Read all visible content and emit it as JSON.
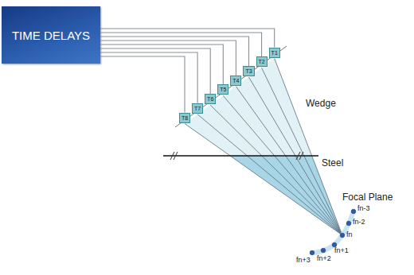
{
  "diagram": {
    "nodes": [
      {
        "text": [
          "TIME DELAYS"
        ]
      },
      {
        "text": [
          "T8"
        ]
      },
      {
        "text": [
          "T7"
        ]
      },
      {
        "text": [
          "T6"
        ]
      },
      {
        "text": [
          "T5"
        ]
      },
      {
        "text": [
          "T4"
        ]
      },
      {
        "text": [
          "T3"
        ]
      },
      {
        "text": [
          "T2"
        ]
      },
      {
        "text": [
          "T1"
        ]
      }
    ],
    "edges": [
      {
        "from": 0,
        "to": 1,
        "arrow": "none"
      },
      {
        "from": 0,
        "to": 2,
        "arrow": "none"
      },
      {
        "from": 0,
        "to": 3,
        "arrow": "none"
      },
      {
        "from": 0,
        "to": 4,
        "arrow": "none"
      },
      {
        "from": 0,
        "to": 5,
        "arrow": "none"
      },
      {
        "from": 0,
        "to": 6,
        "arrow": "none"
      },
      {
        "from": 0,
        "to": 7,
        "arrow": "none"
      },
      {
        "from": 0,
        "to": 8,
        "arrow": "none"
      }
    ],
    "labels": [
      "Wedge",
      "Steel",
      "Focal Plane",
      "fn-3",
      "fn-2",
      "fn",
      "fn+1",
      "fn+2",
      "fn+3"
    ]
  }
}
